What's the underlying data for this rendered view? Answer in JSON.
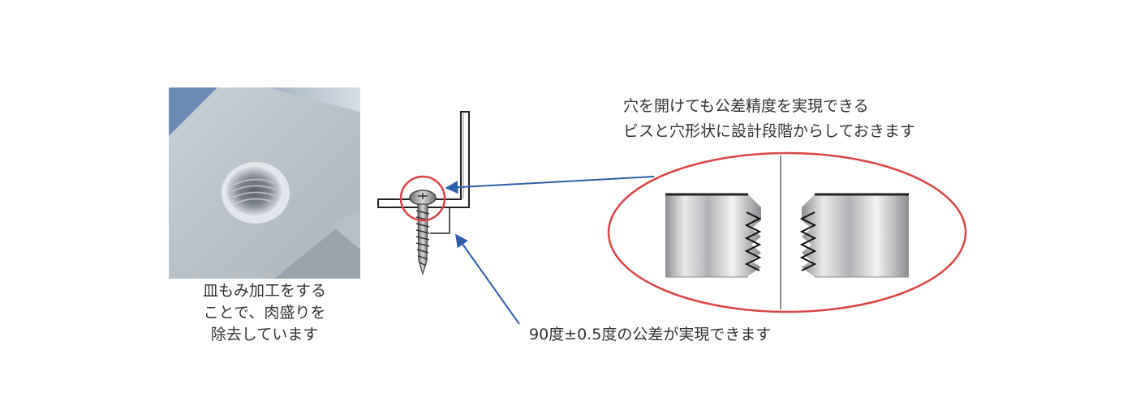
{
  "photo": {
    "icon": "countersunk-threaded-hole-photo"
  },
  "photo_caption": {
    "lines": [
      "皿もみ加工をする",
      "ことで、肉盛りを",
      "除去しています"
    ]
  },
  "tolerance_note": {
    "lines": [
      "穴を開けても公差精度を実現できる",
      "ビスと穴形状に設計段階からしておきます"
    ]
  },
  "angle_note": "90度±0.5度の公差が実現できます",
  "colors": {
    "highlight_circle": "#d94444",
    "arrow": "#2e5ea8",
    "text": "#333333"
  }
}
